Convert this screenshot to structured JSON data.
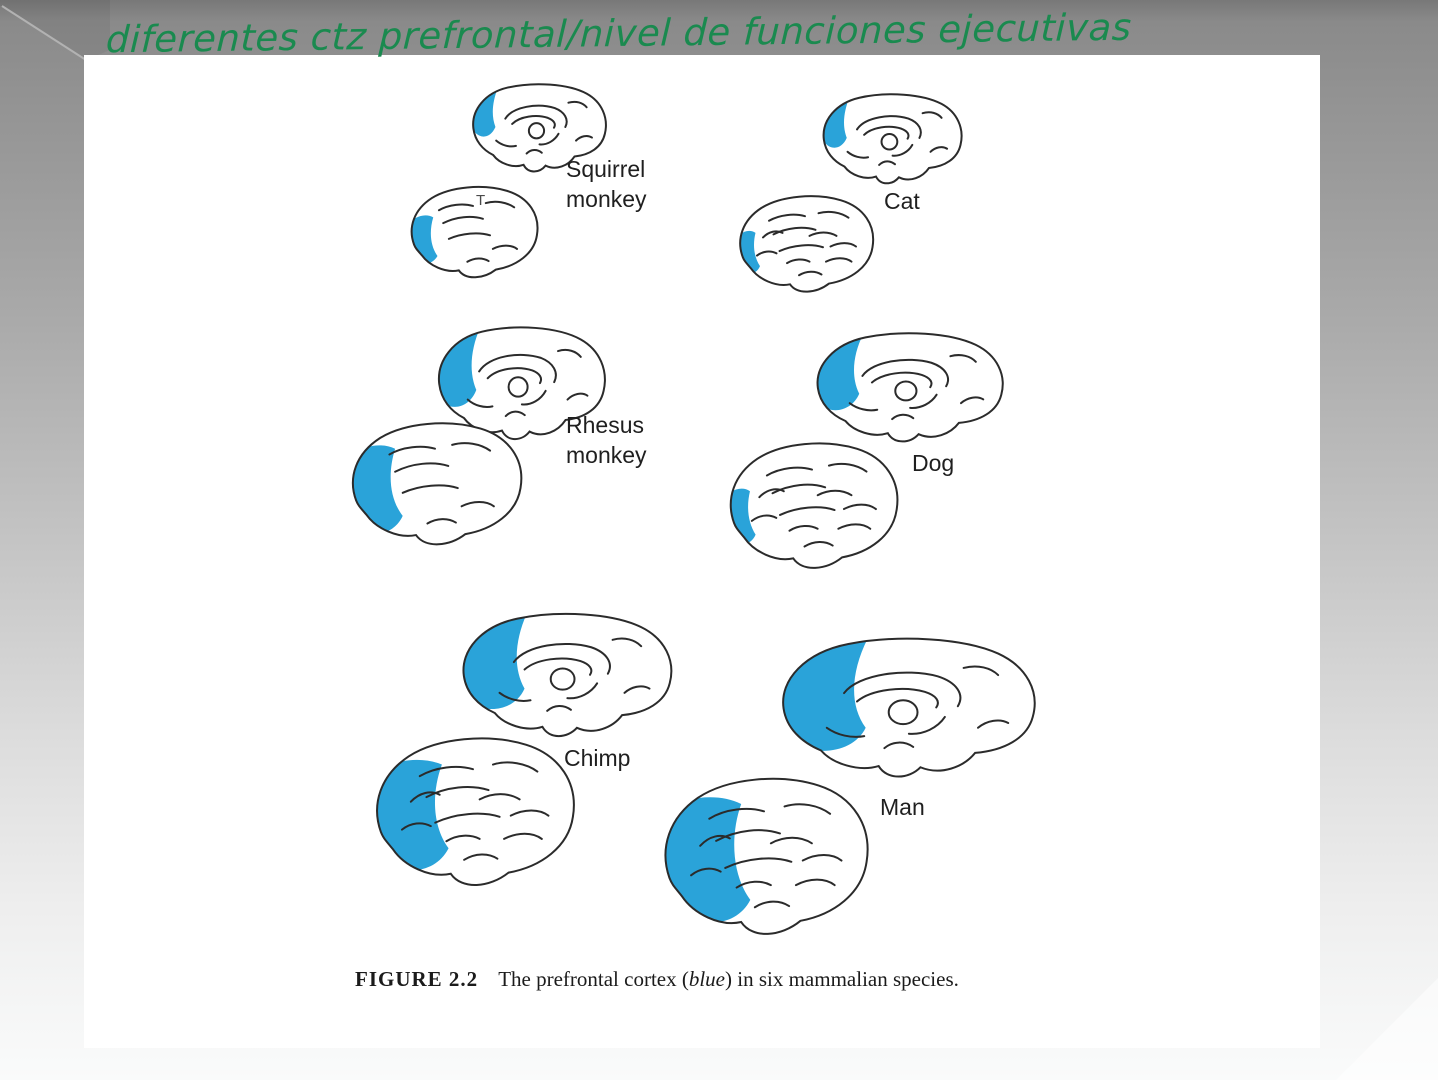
{
  "slide": {
    "annotation": {
      "text": "diferentes ctz prefrontal/nivel de funciones ejecutivas",
      "ink_color": "#1a8a4f"
    }
  },
  "figure": {
    "highlight_color": "#2aa3d9",
    "species": [
      {
        "name": "Squirrel monkey",
        "label_lines": [
          "Squirrel",
          "monkey"
        ]
      },
      {
        "name": "Cat",
        "label_lines": [
          "Cat"
        ]
      },
      {
        "name": "Rhesus monkey",
        "label_lines": [
          "Rhesus",
          "monkey"
        ]
      },
      {
        "name": "Dog",
        "label_lines": [
          "Dog"
        ]
      },
      {
        "name": "Chimp",
        "label_lines": [
          "Chimp"
        ]
      },
      {
        "name": "Man",
        "label_lines": [
          "Man"
        ]
      }
    ],
    "lateral_view_marker": "T",
    "caption": {
      "label": "FIGURE 2.2",
      "body_prefix": "The prefrontal cortex (",
      "emphasis": "blue",
      "body_suffix": ") in six mammalian species."
    }
  }
}
